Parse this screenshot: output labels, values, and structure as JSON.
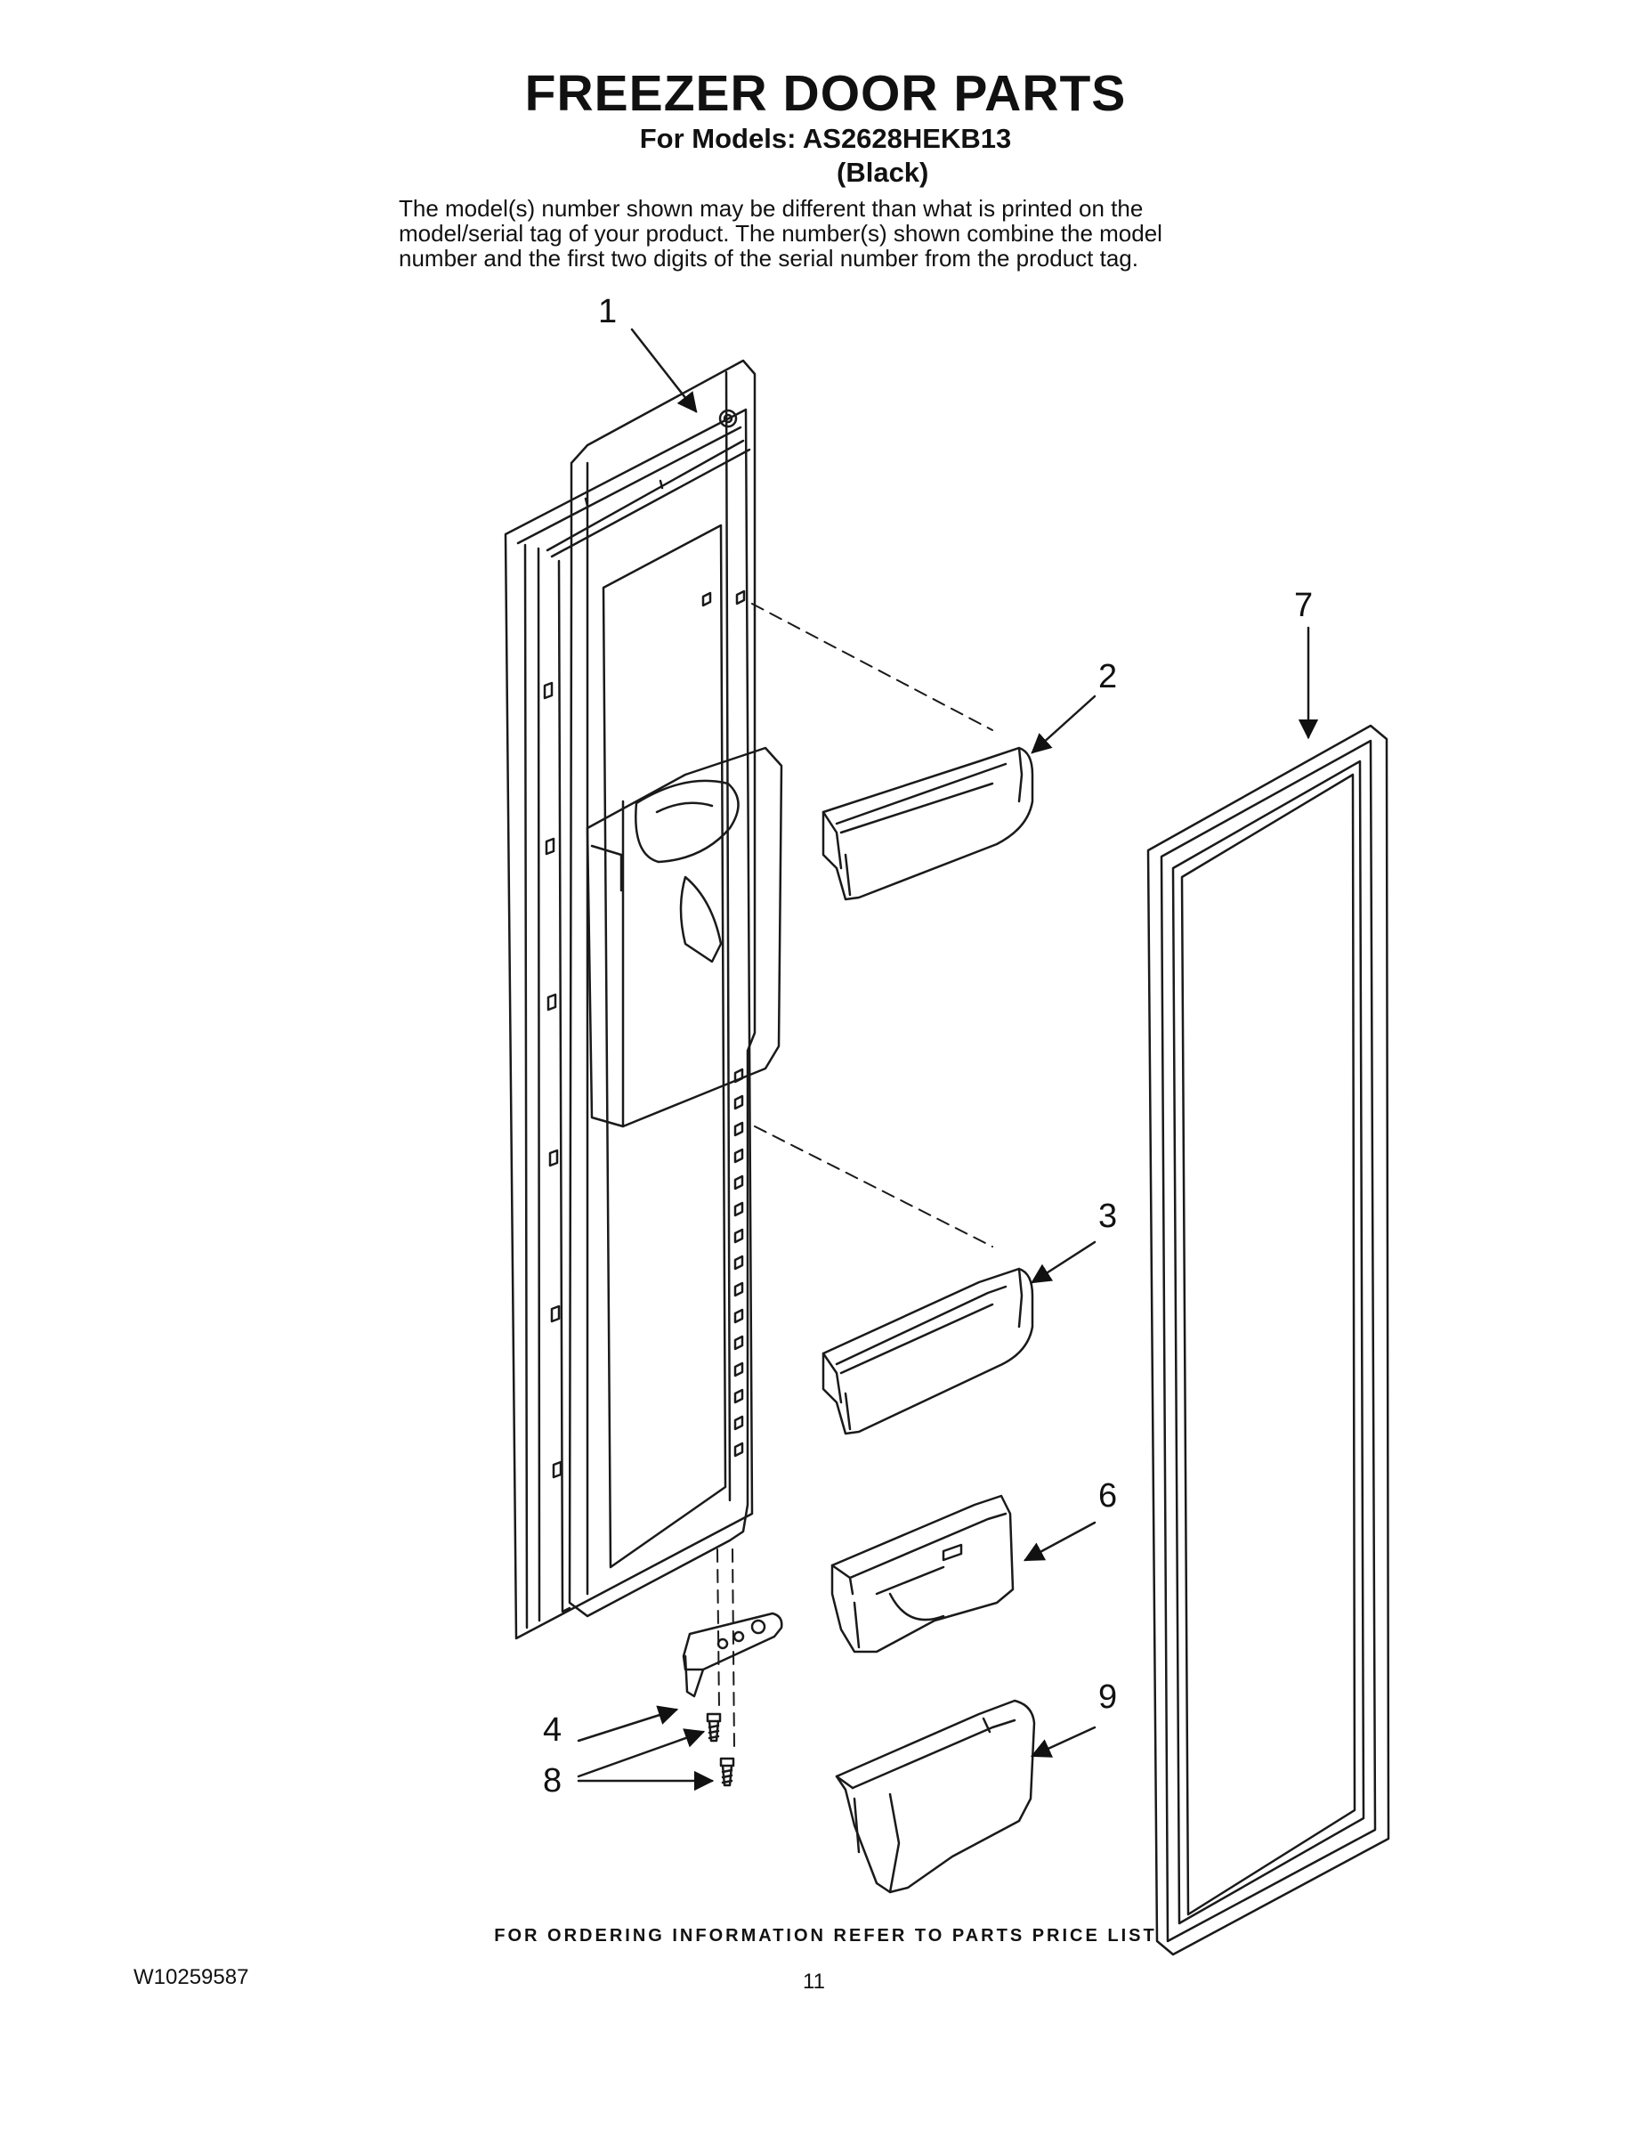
{
  "header": {
    "title": "FREEZER DOOR PARTS",
    "models_line": "For Models: AS2628HEKB13",
    "variant": "(Black)",
    "note_lines": [
      "The model(s) number shown may be different than what is printed on the",
      "model/serial tag of your product. The number(s) shown combine the model",
      "number and the first two digits of the serial number from the product tag."
    ]
  },
  "callouts": [
    "1",
    "2",
    "3",
    "4",
    "6",
    "7",
    "8",
    "9"
  ],
  "footer": {
    "ordering_info": "FOR ORDERING INFORMATION REFER TO PARTS PRICE LIST",
    "document_number": "W10259587",
    "page_number": "11"
  }
}
